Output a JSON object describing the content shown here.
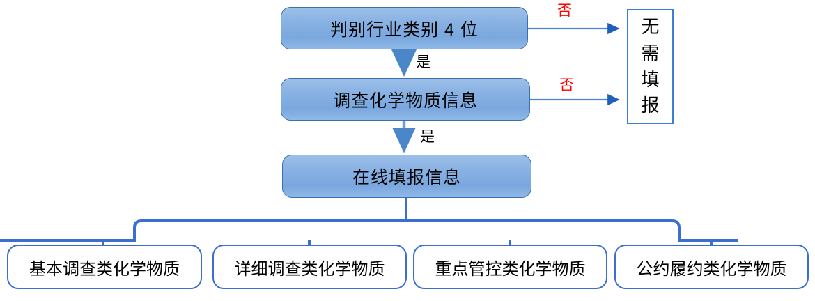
{
  "diagram": {
    "title": "chemical-substance-reporting-flowchart",
    "colors": {
      "process_fill": "#8CB4E4",
      "process_border": "#3A6FB0",
      "connector": "#3A6FD0",
      "arrow": "#4A86C8",
      "no_label": "#FF0000",
      "yes_label": "#000000",
      "leaf_border": "#3A6FD0",
      "terminal_border": "#3A7FD5"
    },
    "process_steps": [
      {
        "id": "step1",
        "label": "判别行业类别 4 位"
      },
      {
        "id": "step2",
        "label": "调查化学物质信息"
      },
      {
        "id": "step3",
        "label": "在线填报信息"
      }
    ],
    "terminal": {
      "id": "no-report",
      "label": "无需填报",
      "chars": [
        "无",
        "需",
        "填",
        "报"
      ],
      "orientation": "vertical"
    },
    "edge_labels": {
      "no_1": "否",
      "no_2": "否",
      "yes_1": "是",
      "yes_2": "是"
    },
    "categories": [
      {
        "id": "cat1",
        "label": "基本调查类化学物质"
      },
      {
        "id": "cat2",
        "label": "详细调查类化学物质"
      },
      {
        "id": "cat3",
        "label": "重点管控类化学物质"
      },
      {
        "id": "cat4",
        "label": "公约履约类化学物质"
      }
    ]
  }
}
